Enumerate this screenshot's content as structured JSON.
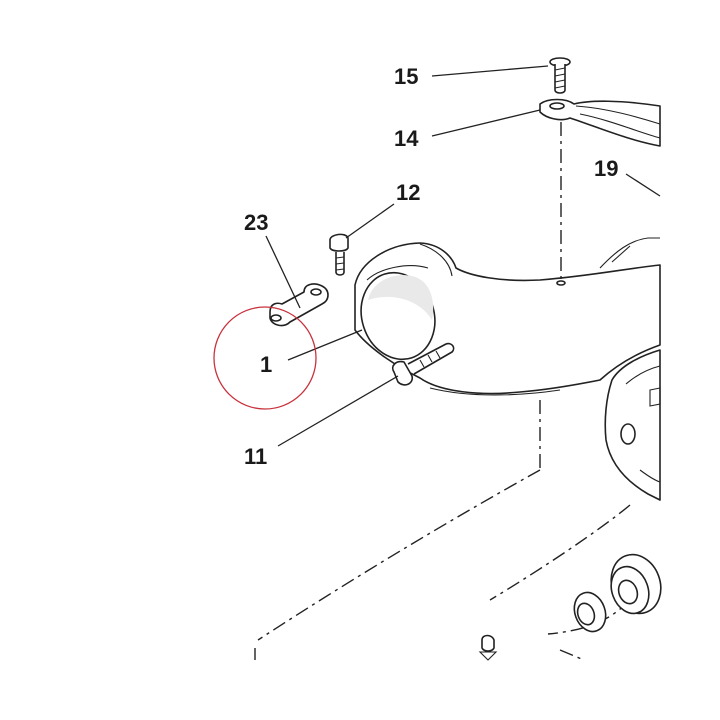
{
  "diagram": {
    "callouts": {
      "c15": "15",
      "c14": "14",
      "c19": "19",
      "c12": "12",
      "c23": "23",
      "c1": "1",
      "c11": "11"
    },
    "highlight_color": "#c8323c",
    "line_color": "#222222"
  }
}
